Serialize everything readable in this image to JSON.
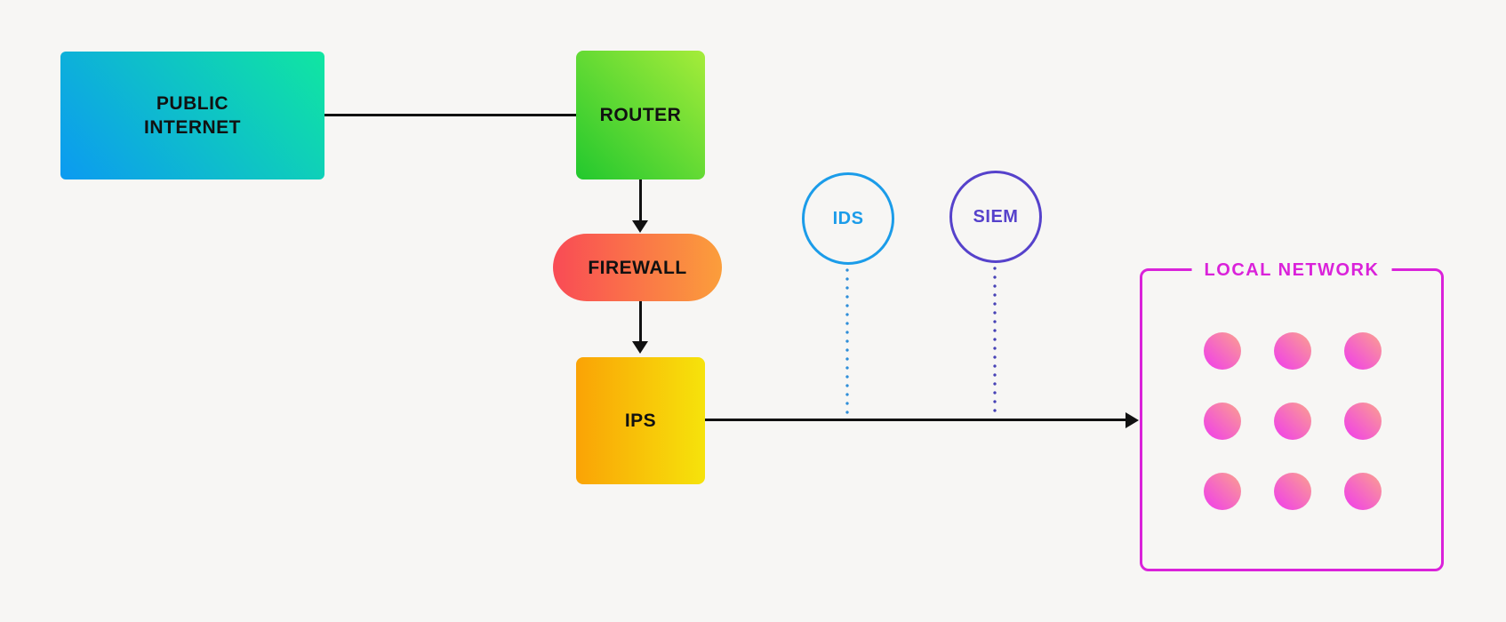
{
  "canvas": {
    "background": "#f7f6f4",
    "line_color": "#111111"
  },
  "nodes": {
    "public_internet": {
      "line1": "PUBLIC",
      "line2": "INTERNET",
      "shape": "rounded-rectangle",
      "gradient_from": "#0c9af1",
      "gradient_to": "#10e6a1",
      "text_color": "#111111"
    },
    "router": {
      "label": "ROUTER",
      "shape": "rounded-square",
      "gradient_from": "#22c82e",
      "gradient_to": "#a6ec3a",
      "text_color": "#111111"
    },
    "firewall": {
      "label": "FIREWALL",
      "shape": "pill",
      "gradient_from": "#f94b55",
      "gradient_to": "#fb9e3b",
      "text_color": "#111111"
    },
    "ips": {
      "label": "IPS",
      "shape": "rounded-square",
      "gradient_from": "#faa306",
      "gradient_to": "#f6e30b",
      "text_color": "#111111"
    },
    "ids": {
      "label": "IDS",
      "shape": "circle",
      "color": "#1b9ce9"
    },
    "siem": {
      "label": "SIEM",
      "shape": "circle",
      "color": "#5642cb"
    },
    "local_network": {
      "label": "LOCAL NETWORK",
      "shape": "outlined-rectangle",
      "color": "#da22da",
      "host_count": 9,
      "host_gradient_from": "#f03bee",
      "host_gradient_to": "#fba18e"
    }
  },
  "connections": [
    {
      "from": "public-internet",
      "to": "router",
      "style": "solid",
      "arrowhead": false
    },
    {
      "from": "router",
      "to": "firewall",
      "style": "solid",
      "arrowhead": true
    },
    {
      "from": "firewall",
      "to": "ips",
      "style": "solid",
      "arrowhead": true
    },
    {
      "from": "ips",
      "to": "local-network",
      "style": "solid",
      "arrowhead": true
    },
    {
      "from": "ids",
      "to": "ips-local-link",
      "style": "dotted",
      "arrowhead": false,
      "color": "#2f8ed9"
    },
    {
      "from": "siem",
      "to": "ips-local-link",
      "style": "dotted",
      "arrowhead": false,
      "color": "#4641b5"
    }
  ]
}
